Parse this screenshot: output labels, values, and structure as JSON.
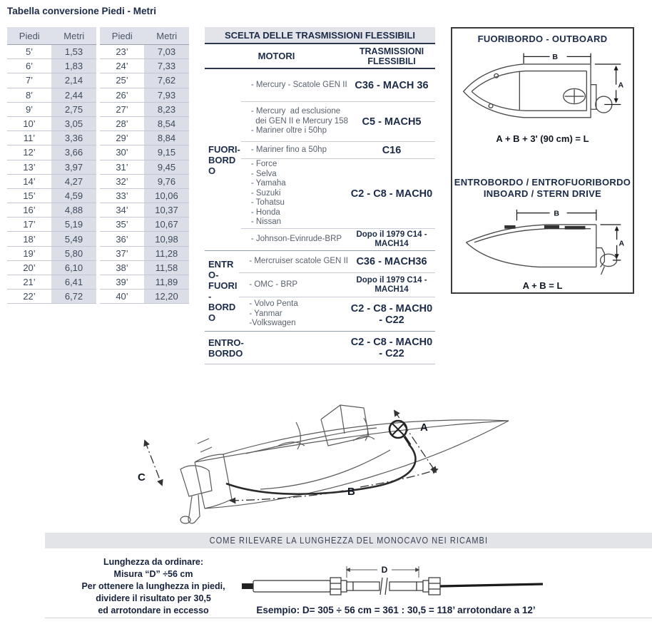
{
  "page_title": "Tabella conversione Piedi - Metri",
  "conversion_table": {
    "header": {
      "feet": "Piedi",
      "meters": "Metri"
    },
    "left_rows": [
      [
        "5’",
        "1,53"
      ],
      [
        "6’",
        "1,83"
      ],
      [
        "7’",
        "2,14"
      ],
      [
        "8’",
        "2,44"
      ],
      [
        "9’",
        "2,75"
      ],
      [
        "10’",
        "3,05"
      ],
      [
        "11’",
        "3,36"
      ],
      [
        "12’",
        "3,66"
      ],
      [
        "13’",
        "3,97"
      ],
      [
        "14’",
        "4,27"
      ],
      [
        "15’",
        "4,59"
      ],
      [
        "16’",
        "4,88"
      ],
      [
        "17’",
        "5,19"
      ],
      [
        "18’",
        "5,49"
      ],
      [
        "19’",
        "5,80"
      ],
      [
        "20’",
        "6,10"
      ],
      [
        "21’",
        "6,41"
      ],
      [
        "22’",
        "6,72"
      ]
    ],
    "right_rows": [
      [
        "23’",
        "7,03"
      ],
      [
        "24’",
        "7,33"
      ],
      [
        "25’",
        "7,62"
      ],
      [
        "26’",
        "7,93"
      ],
      [
        "27’",
        "8,23"
      ],
      [
        "28’",
        "8,54"
      ],
      [
        "29’",
        "8,84"
      ],
      [
        "30’",
        "9,15"
      ],
      [
        "31’",
        "9,45"
      ],
      [
        "32’",
        "9,76"
      ],
      [
        "33’",
        "10,06"
      ],
      [
        "34’",
        "10,37"
      ],
      [
        "35’",
        "10,67"
      ],
      [
        "36’",
        "10,98"
      ],
      [
        "37’",
        "11,28"
      ],
      [
        "38’",
        "11,58"
      ],
      [
        "39’",
        "11,89"
      ],
      [
        "40’",
        "12,20"
      ]
    ]
  },
  "selection_table": {
    "title": "SCELTA DELLE TRASMISSIONI FLESSIBILI",
    "col_motors": "MOTORI",
    "col_transmissions": "TRASMISSIONI FLESSIBILI",
    "groups": [
      {
        "label": "FUORI-BORDO",
        "rows": [
          {
            "motors": [
              "- Mercury - Scatole GEN II"
            ],
            "code": "C36 - MACH 36",
            "h": 45
          },
          {
            "motors": [
              "- Mercury  ad esclusione",
              "  dei GEN II e Mercury 158",
              "- Mariner oltre i 50hp"
            ],
            "code": "C5 - MACH5",
            "h": 55
          },
          {
            "motors": [
              "- Mariner fino a 50hp"
            ],
            "code": "C16",
            "h": 23
          },
          {
            "motors": [
              "- Force",
              "- Selva",
              "- Yamaha",
              "- Suzuki",
              "- Tohatsu",
              "- Honda",
              "- Nissan"
            ],
            "code": "C2 - C8 - MACH0",
            "h": 97
          },
          {
            "motors": [
              "- Johnson-Evinrude-BRP"
            ],
            "code": "Dopo il 1979 C14 -\nMACH14",
            "small": true,
            "h": 30
          }
        ]
      },
      {
        "label": "ENTRO-FUORI-BORDO",
        "rows": [
          {
            "motors": [
              "- Mercruiser scatole GEN II"
            ],
            "code": "C36 - MACH36",
            "h": 30
          },
          {
            "motors": [
              "- OMC - BRP"
            ],
            "code": "Dopo il 1979 C14 -\nMACH14",
            "small": true,
            "h": 33
          },
          {
            "motors": [
              "- Volvo Penta",
              "- Yanmar",
              "-Volkswagen"
            ],
            "code": "C2 - C8 - MACH0\n- C22",
            "h": 47
          }
        ]
      },
      {
        "label": "ENTRO-BORDO",
        "rows": [
          {
            "motors": [],
            "code": "C2 - C8 - MACH0\n- C22",
            "h": 45
          }
        ]
      }
    ]
  },
  "right_panel": {
    "outboard_title": "FUORIBORDO - OUTBOARD",
    "outboard_formula": "A + B + 3' (90 cm) = L",
    "inboard_title_line1": "ENTROBORDO / ENTROFUORIBORDO",
    "inboard_title_line2": "INBOARD / STERN DRIVE",
    "inboard_formula": "A + B = L",
    "dim_a": "A",
    "dim_b": "B"
  },
  "boat_diagram": {
    "dim_a": "A",
    "dim_b": "B",
    "dim_c": "C"
  },
  "measure_section": {
    "bar_title": "COME RILEVARE LA LUNGHEZZA DEL MONOCAVO NEI RICAMBI",
    "instructions": [
      "Lunghezza da ordinare:",
      "Misura “D” ÷56 cm",
      "Per ottenere la lunghezza in piedi,",
      "dividere il risultato per 30,5",
      "ed arrotondare in eccesso"
    ],
    "example": "Esempio: D= 305 ÷ 56 cm = 361 : 30,5 = 118’  arrotondare a 12’",
    "dim_d": "D"
  }
}
